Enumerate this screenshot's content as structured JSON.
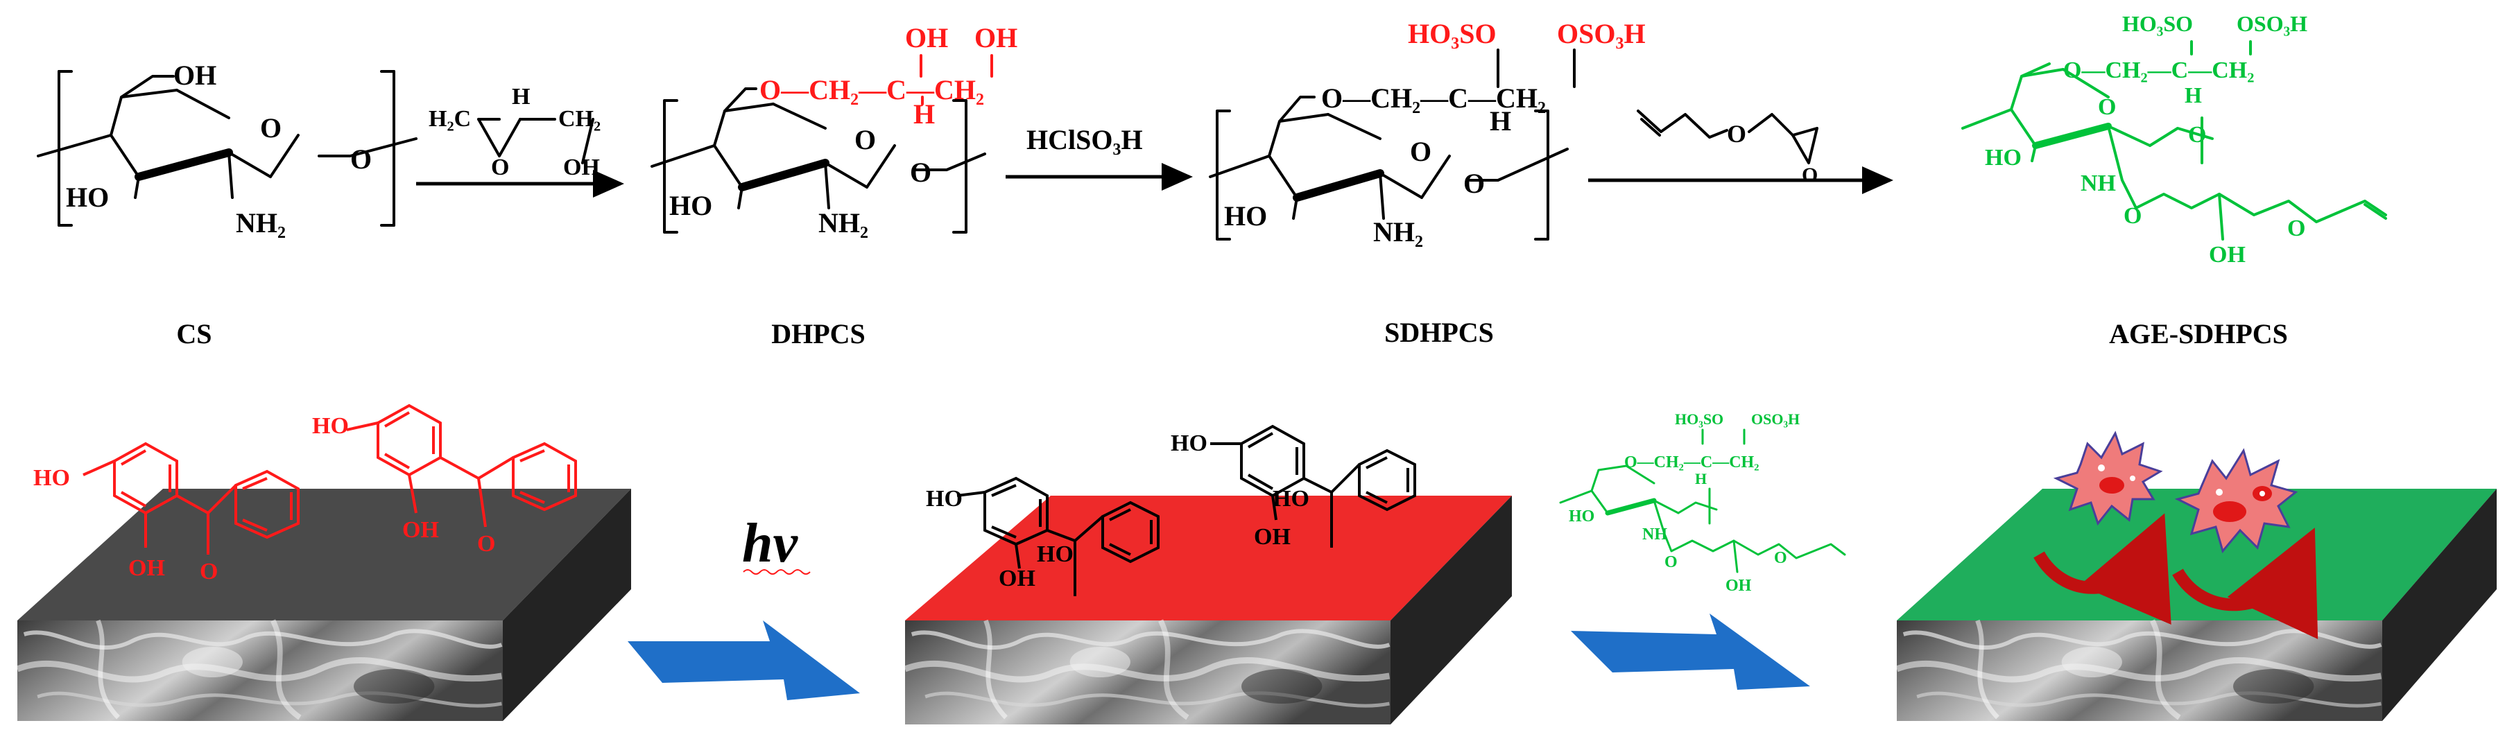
{
  "colors": {
    "black": "#000000",
    "red": "#ff1a1a",
    "green": "#00c23a",
    "arrow_blue": "#1f6fc8",
    "slab_gray": "#4a4a4a",
    "slab_red": "#ee2a2a",
    "slab_green": "#1fae5c",
    "bacteria": "#ef7b7b",
    "bacteria_core": "#e01818",
    "curve_arrow": "#c01010"
  },
  "compounds": {
    "cs": {
      "name": "CS",
      "OH": "OH",
      "HO": "HO",
      "NH2": "NH₂",
      "O": "O"
    },
    "dhpcs": {
      "name": "DHPCS",
      "chain": "O—CH₂—C—CH₂",
      "H": "H",
      "OH": "OH",
      "OH2": "OH",
      "HO": "HO",
      "NH2": "NH₂",
      "O": "O"
    },
    "sdhpcs": {
      "name": "SDHPCS",
      "chain": "O—CH₂—C—CH₂",
      "H": "H",
      "HO3SO": "HO₃SO",
      "OSO3H": "OSO₃H",
      "HO": "HO",
      "NH2": "NH₂",
      "O": "O"
    },
    "age_sdhpcs": {
      "name": "AGE-SDHPCS",
      "chain": "O—CH₂—C—CH₂",
      "H": "H",
      "HO3SO": "HO₃SO",
      "OSO3H": "OSO₃H",
      "HO": "HO",
      "NH": "NH",
      "OH": "OH",
      "O": "O"
    }
  },
  "reagents": {
    "step1": {
      "H2C": "H₂C",
      "H": "H",
      "CH2": "CH₂",
      "O": "O",
      "OH": "OH"
    },
    "step2": {
      "label": "HClSO₃H"
    },
    "step3": {
      "O": "O"
    }
  },
  "surface": {
    "light_label": "hv",
    "bp_HO": "HO",
    "bp_OH": "OH",
    "bp_O": "O",
    "red_HO": "HO",
    "red_OH": "OH"
  }
}
